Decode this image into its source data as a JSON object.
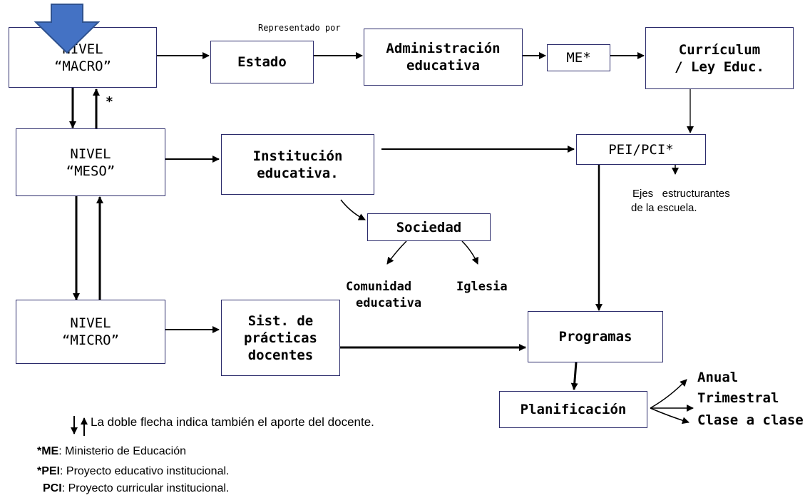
{
  "colors": {
    "box_border": "#2b2b6b",
    "arrow": "#000000",
    "marker": "#4472c4",
    "marker_stroke": "#2f528f"
  },
  "boxes": {
    "macro": [
      "NIVEL",
      "“MACRO”"
    ],
    "estado": "Estado",
    "administracion": [
      "Administración",
      "educativa"
    ],
    "me": "ME*",
    "curriculum": [
      "Currículum",
      "/ Ley Educ."
    ],
    "meso": [
      "NIVEL",
      "“MESO”"
    ],
    "institucion": [
      "Institución",
      "educativa."
    ],
    "pei": "PEI/PCI*",
    "sociedad": "Sociedad",
    "micro": [
      "NIVEL",
      "“MICRO”"
    ],
    "practicas": [
      "Sist. de",
      "prácticas",
      "docentes"
    ],
    "programas": "Programas",
    "planificacion": "Planificación"
  },
  "labels": {
    "representado_por": "Representado por",
    "asterisk": "*",
    "ejes": [
      "Ejes   estructurantes",
      "de la escuela."
    ],
    "comunidad": [
      "Comunidad",
      "educativa"
    ],
    "iglesia": "Iglesia",
    "anual": "Anual",
    "trimestral": "Trimestral",
    "clase": "Clase a clase"
  },
  "legend": {
    "double_arrow_note": "La doble flecha indica también el aporte del docente.",
    "me_abbr": "*ME",
    "me_text": ": Ministerio de Educación",
    "pei_abbr": "*PEI",
    "pei_text": ": Proyecto educativo institucional.",
    "pci_abbr": "PCI",
    "pci_text": ": Proyecto curricular institucional."
  }
}
